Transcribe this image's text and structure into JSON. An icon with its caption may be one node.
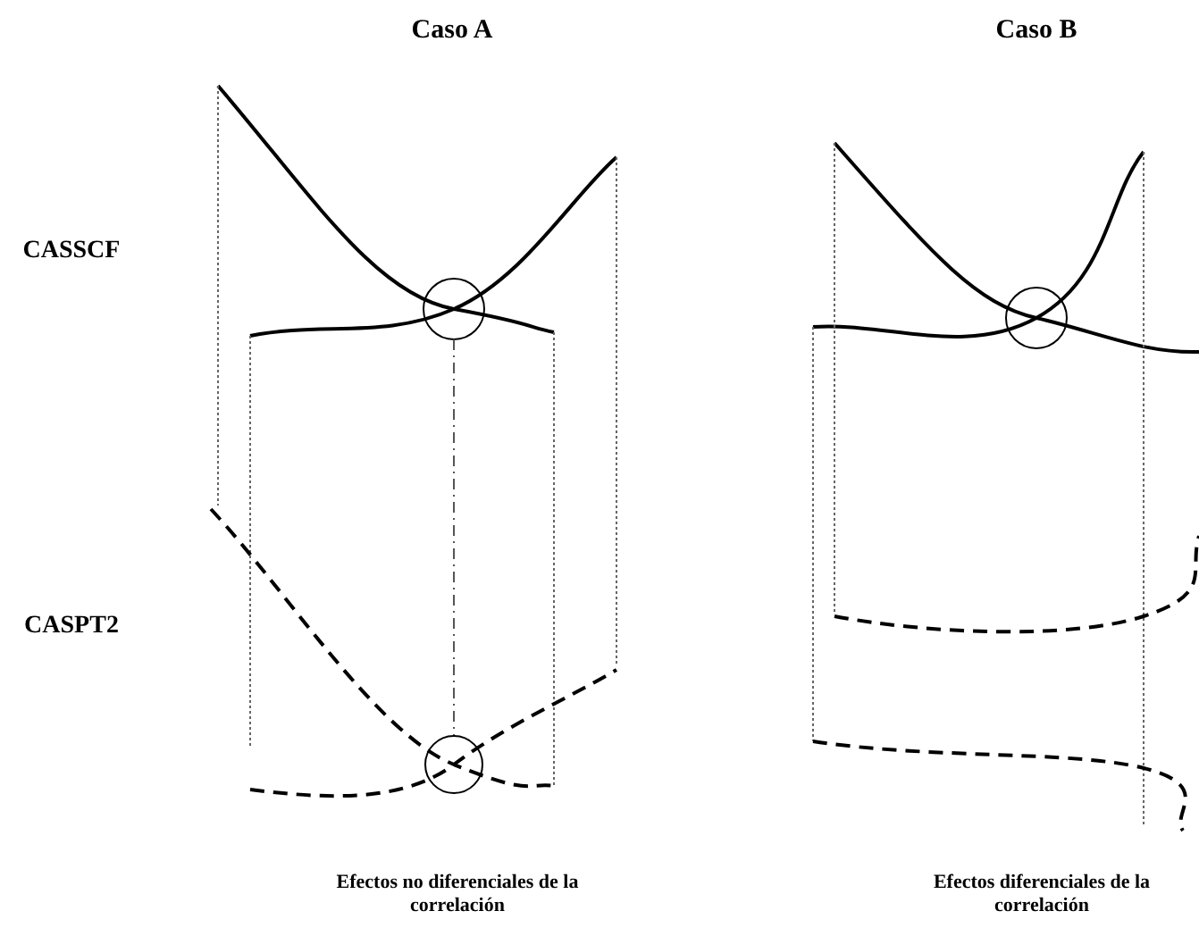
{
  "diagram": {
    "labels": [
      "Caso A",
      "Caso B",
      "CASSCF",
      "CASPT2",
      "Efectos no diferenciales de la correlación",
      "Efectos diferenciales de la correlación"
    ]
  }
}
